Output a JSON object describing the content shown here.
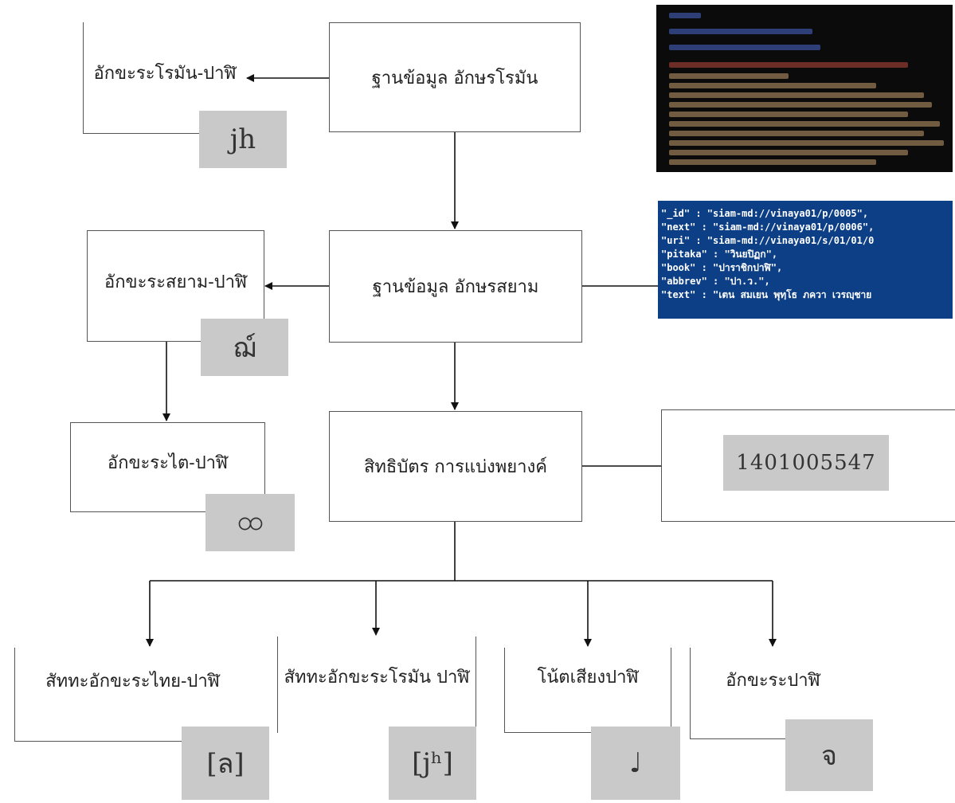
{
  "nodes": {
    "roman_db": "ฐานข้อมูล อักษรโรมัน",
    "roman_pali": "อักขะระโรมัน-ปาฬิ",
    "siam_db": "ฐานข้อมูล อักษรสยาม",
    "siam_pali": "อักขะระสยาม-ปาฬิ",
    "thai_pali": "อักขะระไต-ปาฬิ",
    "patent": "สิทธิบัตร การแบ่งพยางค์",
    "thai_phonetic": "สัททะอักขะระไทย-ปาฬิ",
    "roman_phonetic": "สัททะอักขะระโรมัน ปาฬิ",
    "pali_notes": "โน้ตเสียงปาฬิ",
    "pali_script": "อักขะระปาฬิ"
  },
  "samples": {
    "roman_pali": "jh",
    "siam_pali": "ฌ์",
    "thai_pali": "ထ",
    "patent_number": "1401005547",
    "thai_phonetic": "[ล]",
    "roman_phonetic": "[jʰ]",
    "pali_notes": "♩",
    "pali_script": "จ"
  },
  "code_image": {
    "json_lines": [
      "\"_id\" : \"siam-md://vinaya01/p/0005\",",
      "\"next\" : \"siam-md://vinaya01/p/0006\",",
      "\"uri\" : \"siam-md://vinaya01/s/01/01/0",
      "\"pitaka\" : \"วินยปิฏก\",",
      "\"book\" : \"ปาราชิกปาฬิ\",",
      "\"abbrev\" : \"ปา.ว.\",",
      "\"text\" : \"เตน สมเยน พุทฺโธ ภควา เวรญฺชาย"
    ]
  }
}
